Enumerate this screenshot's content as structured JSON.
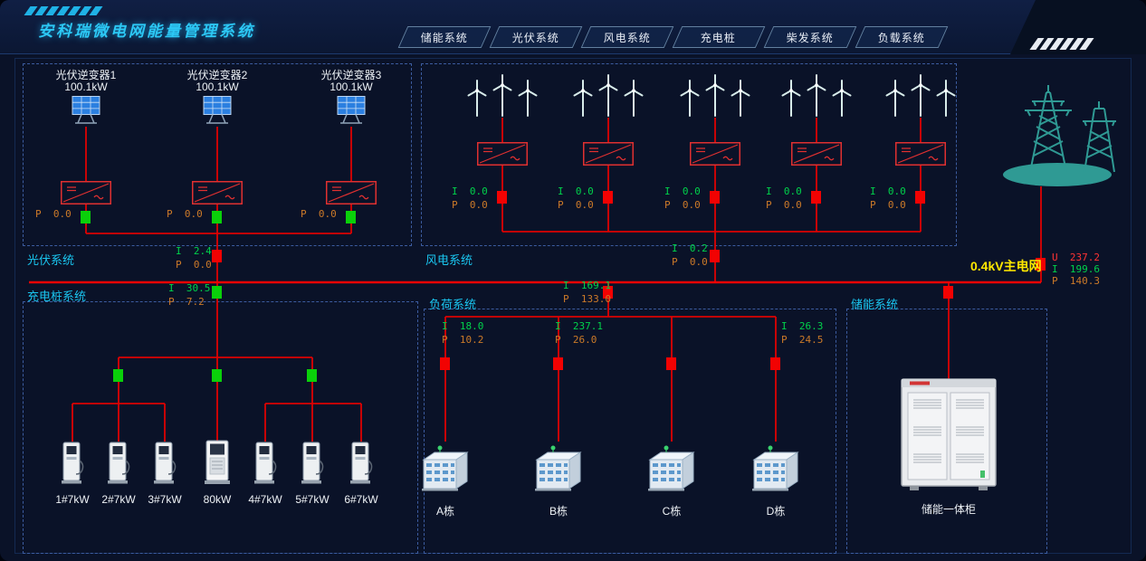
{
  "header": {
    "title": "安科瑞微电网能量管理系统",
    "tabs": [
      "储能系统",
      "光伏系统",
      "风电系统",
      "充电桩",
      "柴发系统",
      "负载系统"
    ]
  },
  "pv": {
    "label": "光伏系统",
    "inverters": [
      {
        "name": "光伏逆变器1",
        "power": "100.1kW",
        "p": "P  0.0"
      },
      {
        "name": "光伏逆变器2",
        "power": "100.1kW",
        "p": "P  0.0"
      },
      {
        "name": "光伏逆变器3",
        "power": "100.1kW",
        "p": "P  0.0"
      }
    ],
    "feeder": {
      "i": "I  2.4",
      "p": "P  0.0"
    }
  },
  "wind": {
    "label": "风电系统",
    "units": [
      {
        "i": "I  0.0",
        "p": "P  0.0"
      },
      {
        "i": "I  0.0",
        "p": "P  0.0"
      },
      {
        "i": "I  0.0",
        "p": "P  0.0"
      },
      {
        "i": "I  0.0",
        "p": "P  0.0"
      },
      {
        "i": "I  0.0",
        "p": "P  0.0"
      }
    ],
    "feeder": {
      "i": "I  0.2",
      "p": "P  0.0"
    }
  },
  "grid": {
    "label": "0.4kV主电网",
    "u": "U  237.2",
    "i": "I  199.6",
    "p": "P  140.3"
  },
  "charging": {
    "label": "充电桩系统",
    "feeder": {
      "i": "I  30.5",
      "p": "P  7.2"
    },
    "piles": [
      "1#7kW",
      "2#7kW",
      "3#7kW",
      "80kW",
      "4#7kW",
      "5#7kW",
      "6#7kW"
    ]
  },
  "load": {
    "label": "负荷系统",
    "feeder": {
      "i": "I  169.1",
      "p": "P  133.0"
    },
    "buildings": [
      {
        "name": "A栋",
        "i": "I  18.0",
        "p": "P  10.2"
      },
      {
        "name": "B栋",
        "i": "I  237.1",
        "p": "P  26.0"
      },
      {
        "name": "C栋"
      },
      {
        "name": "D栋",
        "i": "I  26.3",
        "p": "P  24.5"
      }
    ]
  },
  "storage": {
    "label": "储能系统",
    "cabinet": "储能一体柜"
  }
}
